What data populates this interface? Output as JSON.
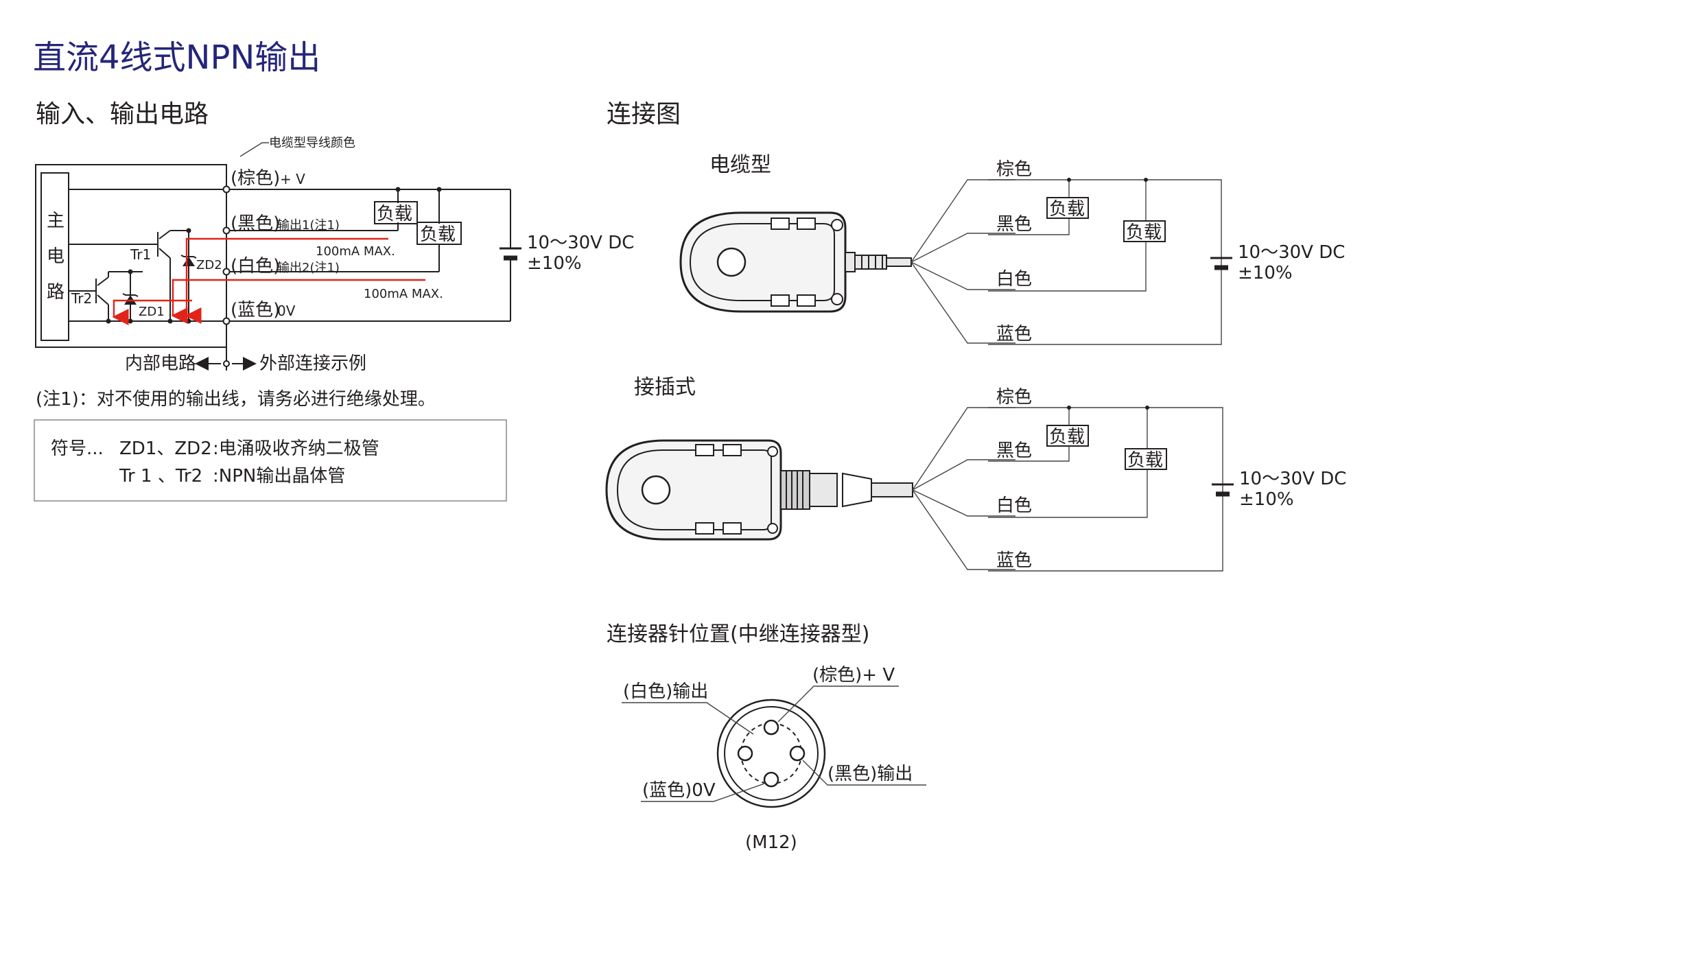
{
  "page_title": "直流4线式NPN输出",
  "circuit": {
    "heading": "输入、输出电路",
    "cable_color_note": "电缆型导线颜色",
    "main_circuit_label": [
      "主",
      "电",
      "路"
    ],
    "brown_label": "(棕色)",
    "plus_v": "+ V",
    "black_label": "(黑色)",
    "output1": "输出1(注1)",
    "white_label": "(白色)",
    "output2": "输出2(注1)",
    "blue_label": "(蓝色)",
    "zero_v": "0V",
    "load": "负载",
    "max1": "100mA MAX.",
    "max2": "100mA MAX.",
    "tr1": "Tr1",
    "tr2": "Tr2",
    "zd2": "ZD2",
    "zd1": "ZD1",
    "supply_v": "10～30V DC",
    "supply_tol": "±10%",
    "internal": "内部电路",
    "external": "外部连接示例",
    "note": "(注1)：对不使用的输出线，请务必进行绝缘处理。"
  },
  "legend": {
    "symbol": "符号...",
    "zd_names": "ZD1、ZD2",
    "zd_desc": ":电涌吸收齐纳二极管",
    "tr_names": "Tr 1 、Tr2",
    "tr_desc": ":NPN输出晶体管"
  },
  "connection": {
    "heading": "连接图",
    "cable_type": "电缆型",
    "plug_type": "接插式",
    "wires": [
      "棕色",
      "黑色",
      "白色",
      "蓝色"
    ],
    "load": "负载",
    "supply_v": "10～30V DC",
    "supply_tol": "±10%"
  },
  "pinout": {
    "heading": "连接器针位置(中继连接器型)",
    "white_out": "(白色)输出",
    "brown_v": "(棕色)+ V",
    "blue_0v": "(蓝色)0V",
    "black_out": "(黑色)输出",
    "model": "(M12)"
  },
  "colors": {
    "title": "#24257a",
    "line": "#231f20",
    "current": "#e2231a",
    "device": "#f4f4f4"
  }
}
